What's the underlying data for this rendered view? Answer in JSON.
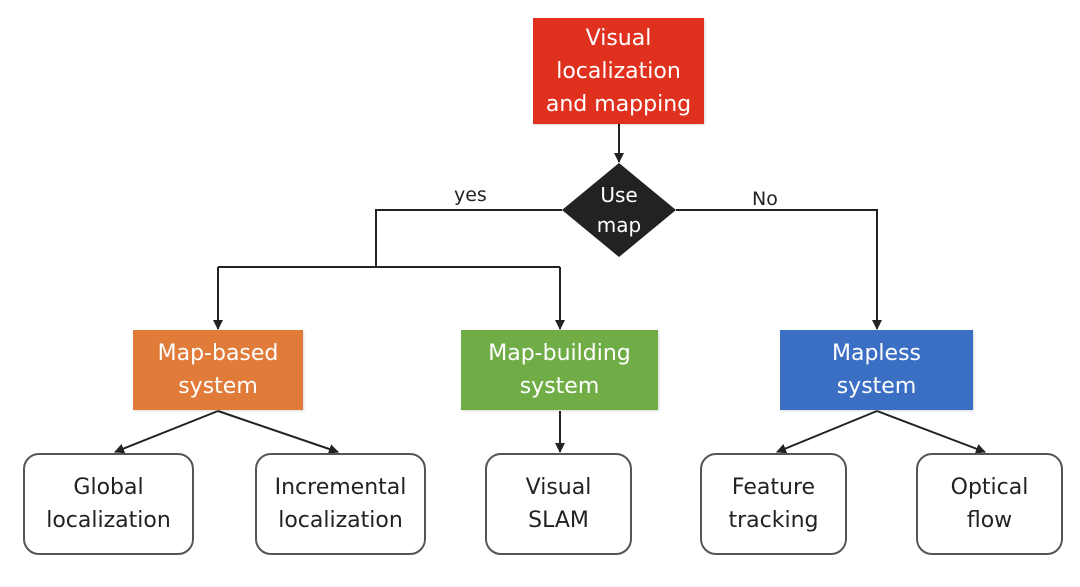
{
  "colors": {
    "root": "#e0301e",
    "decision": "#222222",
    "map_based": "#e07b39",
    "map_building": "#70ad47",
    "mapless": "#3a6fc4",
    "line": "#222222"
  },
  "root": {
    "lines": [
      "Visual",
      "localization",
      "and mapping"
    ]
  },
  "decision": {
    "lines": [
      "Use",
      "map"
    ]
  },
  "edge_labels": {
    "yes": "yes",
    "no": "No"
  },
  "systems": {
    "map_based": {
      "lines": [
        "Map-based",
        "system"
      ]
    },
    "map_building": {
      "lines": [
        "Map-building",
        "system"
      ]
    },
    "mapless": {
      "lines": [
        "Mapless",
        "system"
      ]
    }
  },
  "leaves": {
    "global": {
      "lines": [
        "Global",
        "localization"
      ]
    },
    "incremental": {
      "lines": [
        "Incremental",
        "localization"
      ]
    },
    "visual_slam": {
      "lines": [
        "Visual",
        "SLAM"
      ]
    },
    "feature_tracking": {
      "lines": [
        "Feature",
        "tracking"
      ]
    },
    "optical_flow": {
      "lines": [
        "Optical",
        "flow"
      ]
    }
  }
}
